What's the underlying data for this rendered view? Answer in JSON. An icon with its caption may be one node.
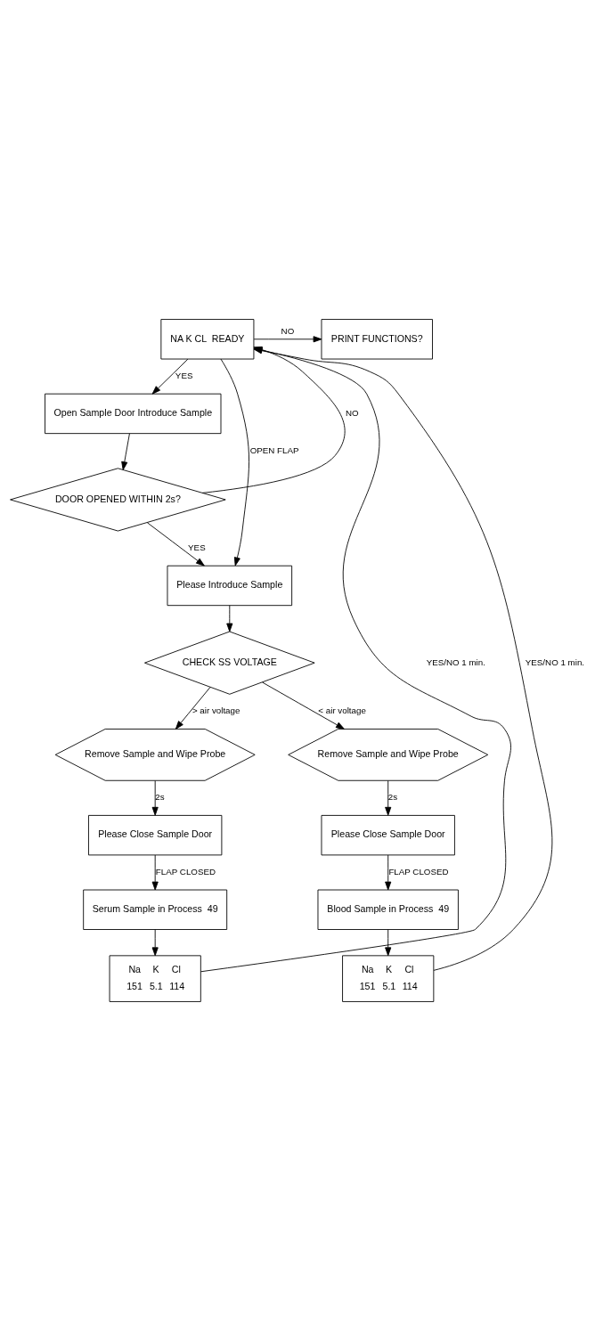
{
  "diagram": {
    "nodes": [
      {
        "text": [
          "NA K CL  READY"
        ]
      },
      {
        "text": [
          "PRINT FUNCTIONS?"
        ]
      },
      {
        "text": [
          "Open Sample Door Introduce Sample"
        ]
      },
      {
        "text": [
          "DOOR OPENED WITHIN 2s?"
        ]
      },
      {
        "text": [
          "Please Introduce Sample"
        ]
      },
      {
        "text": [
          "CHECK SS VOLTAGE"
        ]
      },
      {
        "text": [
          "Remove Sample and Wipe Probe"
        ]
      },
      {
        "text": [
          "Remove Sample and Wipe Probe"
        ]
      },
      {
        "text": [
          "Please Close Sample Door"
        ]
      },
      {
        "text": [
          "Please Close Sample Door"
        ]
      },
      {
        "text": [
          "Serum Sample in Process  49"
        ]
      },
      {
        "text": [
          "Blood Sample in Process  49"
        ]
      },
      {
        "text": [
          "Na",
          "K",
          "Cl",
          "151",
          "5.1",
          "114"
        ]
      },
      {
        "text": [
          "Na",
          "K",
          "Cl",
          "151",
          "5.1",
          "114"
        ]
      }
    ],
    "edges": [
      {
        "from": 0,
        "to": 1,
        "arrow": "to",
        "label": "NO"
      },
      {
        "from": 0,
        "to": 2,
        "arrow": "to",
        "label": "YES"
      },
      {
        "from": 0,
        "to": 4,
        "arrow": "to",
        "label": "OPEN FLAP"
      },
      {
        "from": 2,
        "to": 3,
        "arrow": "to"
      },
      {
        "from": 3,
        "to": 0,
        "arrow": "to",
        "label": "NO"
      },
      {
        "from": 3,
        "to": 4,
        "arrow": "to",
        "label": "YES"
      },
      {
        "from": 4,
        "to": 5,
        "arrow": "to"
      },
      {
        "from": 5,
        "to": 6,
        "arrow": "to",
        "label": "> air voltage"
      },
      {
        "from": 5,
        "to": 7,
        "arrow": "to",
        "label": "< air voltage"
      },
      {
        "from": 6,
        "to": 8,
        "arrow": "to",
        "label": "2s"
      },
      {
        "from": 7,
        "to": 9,
        "arrow": "to",
        "label": "2s"
      },
      {
        "from": 8,
        "to": 10,
        "arrow": "to",
        "label": "FLAP CLOSED"
      },
      {
        "from": 9,
        "to": 11,
        "arrow": "to",
        "label": "FLAP CLOSED"
      },
      {
        "from": 10,
        "to": 12,
        "arrow": "to"
      },
      {
        "from": 11,
        "to": 13,
        "arrow": "to"
      },
      {
        "from": 12,
        "to": 0,
        "arrow": "to",
        "label": "YES/NO 1 min."
      },
      {
        "from": 13,
        "to": 0,
        "arrow": "to",
        "label": "YES/NO 1 min."
      }
    ]
  }
}
